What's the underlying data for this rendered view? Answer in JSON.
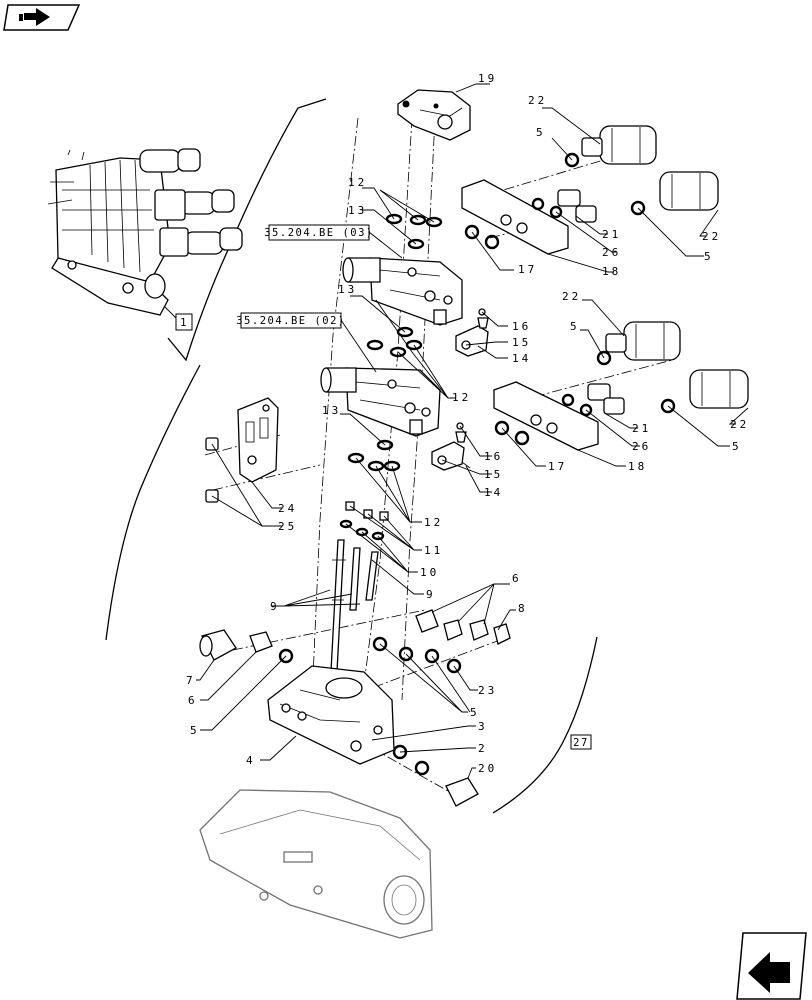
{
  "icons": {
    "top_left": "arrow-forward-icon",
    "bottom_right": "arrow-back-icon"
  },
  "ref_labels": {
    "valve_section_03": "35.204.BE (03)",
    "valve_section_02": "35.204.BE (02)",
    "assembly_ref": "1",
    "group_ref": "27"
  },
  "callouts": {
    "c19": "19",
    "c22a": "22",
    "c5a": "5",
    "c12a": "12",
    "c13a": "13",
    "c21a": "21",
    "c26a": "26",
    "c22b": "22",
    "c18a": "18",
    "c17a": "17",
    "c5b": "5",
    "c13b": "13",
    "c16a": "16",
    "c15a": "15",
    "c14a": "14",
    "c22c": "22",
    "c5c": "5",
    "c12b": "12",
    "c13c": "13",
    "c21b": "21",
    "c26b": "26",
    "c22d": "22",
    "c5d": "5",
    "c16b": "16",
    "c15b": "15",
    "c17b": "17",
    "c18b": "18",
    "c14b": "14",
    "c24": "24",
    "c25": "25",
    "c12c": "12",
    "c11": "11",
    "c10": "10",
    "c9a": "9",
    "c6a": "6",
    "c9b": "9",
    "c8": "8",
    "c7": "7",
    "c6b": "6",
    "c5e": "5",
    "c23": "23",
    "c5f": "5",
    "c3": "3",
    "c4": "4",
    "c2": "2",
    "c20": "20"
  }
}
